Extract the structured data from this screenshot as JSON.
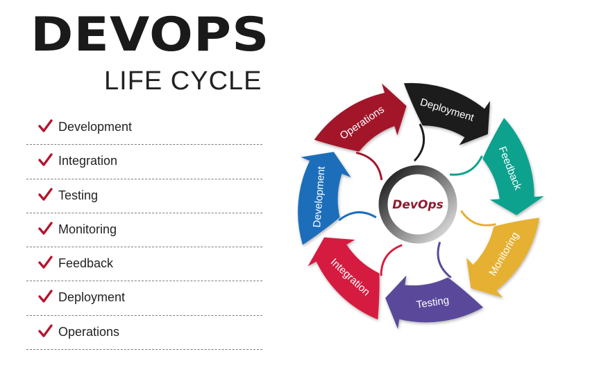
{
  "header": {
    "title": "DEVOPS",
    "subtitle": "LIFE CYCLE"
  },
  "checklist": {
    "check_icon": "checkmark-icon",
    "check_color": "#b3152f",
    "items": [
      {
        "label": "Development"
      },
      {
        "label": "Integration"
      },
      {
        "label": "Testing"
      },
      {
        "label": "Monitoring"
      },
      {
        "label": "Feedback"
      },
      {
        "label": "Deployment"
      },
      {
        "label": "Operations"
      }
    ]
  },
  "cycle": {
    "center_label": "DevOps",
    "segments": [
      {
        "name": "operations",
        "label": "Operations",
        "color": "#a3162c"
      },
      {
        "name": "deployment",
        "label": "Deployment",
        "color": "#1e1e1e"
      },
      {
        "name": "feedback",
        "label": "Feedback",
        "color": "#10a28e"
      },
      {
        "name": "monitoring",
        "label": "Monitoring",
        "color": "#e6b030"
      },
      {
        "name": "testing",
        "label": "Testing",
        "color": "#5a4a9a"
      },
      {
        "name": "integration",
        "label": "Integration",
        "color": "#d51f3f"
      },
      {
        "name": "development",
        "label": "Development",
        "color": "#1e6ebb"
      }
    ]
  }
}
